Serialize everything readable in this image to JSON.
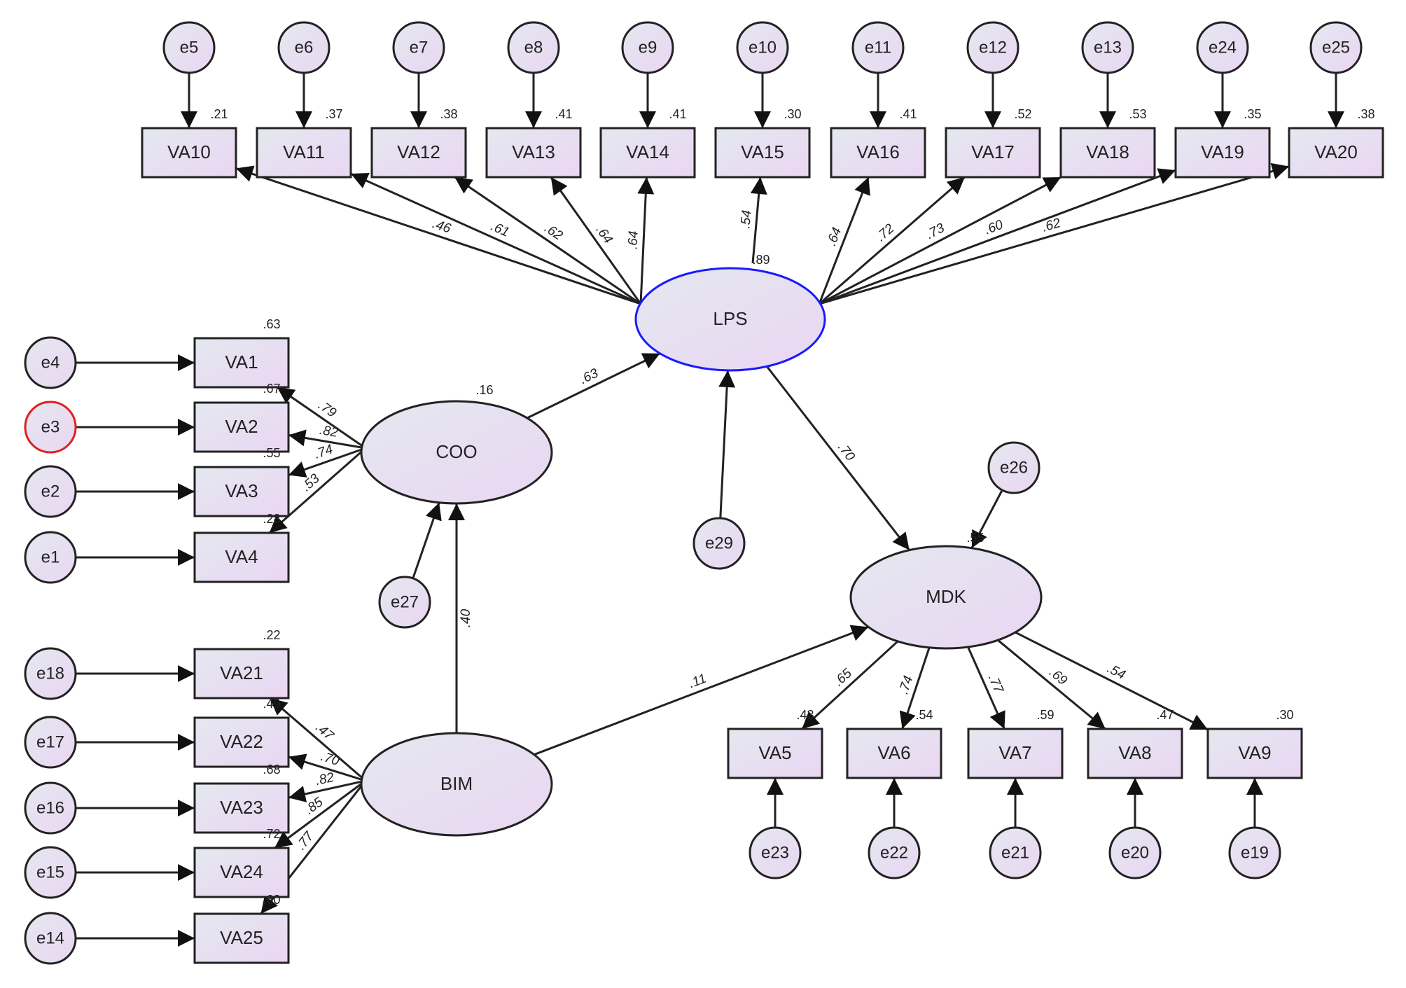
{
  "latent_variables": [
    {
      "id": "LPS",
      "label": "LPS",
      "r2": ".89"
    },
    {
      "id": "COO",
      "label": "COO",
      "r2": ".16"
    },
    {
      "id": "BIM",
      "label": "BIM"
    },
    {
      "id": "MDK",
      "label": "MDK",
      "r2": ".55"
    }
  ],
  "observed_variables": [
    {
      "id": "VA10",
      "label": "VA10",
      "r2": ".21"
    },
    {
      "id": "VA11",
      "label": "VA11",
      "r2": ".37"
    },
    {
      "id": "VA12",
      "label": "VA12",
      "r2": ".38"
    },
    {
      "id": "VA13",
      "label": "VA13",
      "r2": ".41"
    },
    {
      "id": "VA14",
      "label": "VA14",
      "r2": ".41"
    },
    {
      "id": "VA15",
      "label": "VA15",
      "r2": ".30"
    },
    {
      "id": "VA16",
      "label": "VA16",
      "r2": ".41"
    },
    {
      "id": "VA17",
      "label": "VA17",
      "r2": ".52"
    },
    {
      "id": "VA18",
      "label": "VA18",
      "r2": ".53"
    },
    {
      "id": "VA19",
      "label": "VA19",
      "r2": ".35"
    },
    {
      "id": "VA20",
      "label": "VA20",
      "r2": ".38"
    },
    {
      "id": "VA1",
      "label": "VA1",
      "r2": ".63"
    },
    {
      "id": "VA2",
      "label": "VA2",
      "r2": ".67"
    },
    {
      "id": "VA3",
      "label": "VA3",
      "r2": ".55"
    },
    {
      "id": "VA4",
      "label": "VA4",
      "r2": ".28"
    },
    {
      "id": "VA21",
      "label": "VA21",
      "r2": ".22"
    },
    {
      "id": "VA22",
      "label": "VA22",
      "r2": ".49"
    },
    {
      "id": "VA23",
      "label": "VA23",
      "r2": ".68"
    },
    {
      "id": "VA24",
      "label": "VA24",
      "r2": ".72"
    },
    {
      "id": "VA25",
      "label": "VA25",
      "r2": ".60"
    },
    {
      "id": "VA5",
      "label": "VA5",
      "r2": ".43"
    },
    {
      "id": "VA6",
      "label": "VA6",
      "r2": ".54"
    },
    {
      "id": "VA7",
      "label": "VA7",
      "r2": ".59"
    },
    {
      "id": "VA8",
      "label": "VA8",
      "r2": ".47"
    },
    {
      "id": "VA9",
      "label": "VA9",
      "r2": ".30"
    }
  ],
  "error_terms": [
    {
      "id": "e5",
      "label": "e5",
      "target": "VA10"
    },
    {
      "id": "e6",
      "label": "e6",
      "target": "VA11"
    },
    {
      "id": "e7",
      "label": "e7",
      "target": "VA12"
    },
    {
      "id": "e8",
      "label": "e8",
      "target": "VA13"
    },
    {
      "id": "e9",
      "label": "e9",
      "target": "VA14"
    },
    {
      "id": "e10",
      "label": "e10",
      "target": "VA15"
    },
    {
      "id": "e11",
      "label": "e11",
      "target": "VA16"
    },
    {
      "id": "e12",
      "label": "e12",
      "target": "VA17"
    },
    {
      "id": "e13",
      "label": "e13",
      "target": "VA18"
    },
    {
      "id": "e24",
      "label": "e24",
      "target": "VA19"
    },
    {
      "id": "e25",
      "label": "e25",
      "target": "VA20"
    },
    {
      "id": "e4",
      "label": "e4",
      "target": "VA1"
    },
    {
      "id": "e3",
      "label": "e3",
      "target": "VA2",
      "highlight": "#e02020"
    },
    {
      "id": "e2",
      "label": "e2",
      "target": "VA3"
    },
    {
      "id": "e1",
      "label": "e1",
      "target": "VA4"
    },
    {
      "id": "e18",
      "label": "e18",
      "target": "VA21"
    },
    {
      "id": "e17",
      "label": "e17",
      "target": "VA22"
    },
    {
      "id": "e16",
      "label": "e16",
      "target": "VA23"
    },
    {
      "id": "e15",
      "label": "e15",
      "target": "VA24"
    },
    {
      "id": "e14",
      "label": "e14",
      "target": "VA25"
    },
    {
      "id": "e23",
      "label": "e23",
      "target": "VA5"
    },
    {
      "id": "e22",
      "label": "e22",
      "target": "VA6"
    },
    {
      "id": "e21",
      "label": "e21",
      "target": "VA7"
    },
    {
      "id": "e20",
      "label": "e20",
      "target": "VA8"
    },
    {
      "id": "e19",
      "label": "e19",
      "target": "VA9"
    },
    {
      "id": "e27",
      "label": "e27",
      "target": "COO"
    },
    {
      "id": "e29",
      "label": "e29",
      "target": "LPS"
    },
    {
      "id": "e26",
      "label": "e26",
      "target": "MDK"
    }
  ],
  "paths": [
    {
      "from": "LPS",
      "to": "VA10",
      "coef": ".46"
    },
    {
      "from": "LPS",
      "to": "VA11",
      "coef": ".61"
    },
    {
      "from": "LPS",
      "to": "VA12",
      "coef": ".62"
    },
    {
      "from": "LPS",
      "to": "VA13",
      "coef": ".64"
    },
    {
      "from": "LPS",
      "to": "VA14",
      "coef": ".64"
    },
    {
      "from": "LPS",
      "to": "VA15",
      "coef": ".54"
    },
    {
      "from": "LPS",
      "to": "VA16",
      "coef": ".64"
    },
    {
      "from": "LPS",
      "to": "VA17",
      "coef": ".72"
    },
    {
      "from": "LPS",
      "to": "VA18",
      "coef": ".73"
    },
    {
      "from": "LPS",
      "to": "VA19",
      "coef": ".60"
    },
    {
      "from": "LPS",
      "to": "VA20",
      "coef": ".62"
    },
    {
      "from": "COO",
      "to": "VA1",
      "coef": ".79"
    },
    {
      "from": "COO",
      "to": "VA2",
      "coef": ".82"
    },
    {
      "from": "COO",
      "to": "VA3",
      "coef": ".74"
    },
    {
      "from": "COO",
      "to": "VA4",
      "coef": ".53"
    },
    {
      "from": "BIM",
      "to": "VA21",
      "coef": ".47"
    },
    {
      "from": "BIM",
      "to": "VA22",
      "coef": ".70"
    },
    {
      "from": "BIM",
      "to": "VA23",
      "coef": ".82"
    },
    {
      "from": "BIM",
      "to": "VA24",
      "coef": ".85"
    },
    {
      "from": "BIM",
      "to": "VA25",
      "coef": ".77"
    },
    {
      "from": "MDK",
      "to": "VA5",
      "coef": ".65"
    },
    {
      "from": "MDK",
      "to": "VA6",
      "coef": ".74"
    },
    {
      "from": "MDK",
      "to": "VA7",
      "coef": ".77"
    },
    {
      "from": "MDK",
      "to": "VA8",
      "coef": ".69"
    },
    {
      "from": "MDK",
      "to": "VA9",
      "coef": ".54"
    },
    {
      "from": "COO",
      "to": "LPS",
      "coef": ".63"
    },
    {
      "from": "BIM",
      "to": "COO",
      "coef": ".40"
    },
    {
      "from": "BIM",
      "to": "MDK",
      "coef": ".11"
    },
    {
      "from": "LPS",
      "to": "MDK",
      "coef": ".70"
    }
  ],
  "colors": {
    "node_fill_start": "#e4e8f0",
    "node_fill_end": "#ead6f2",
    "stroke": "#222222",
    "lps_border": "#1a1aff",
    "e3_border": "#e02020"
  }
}
